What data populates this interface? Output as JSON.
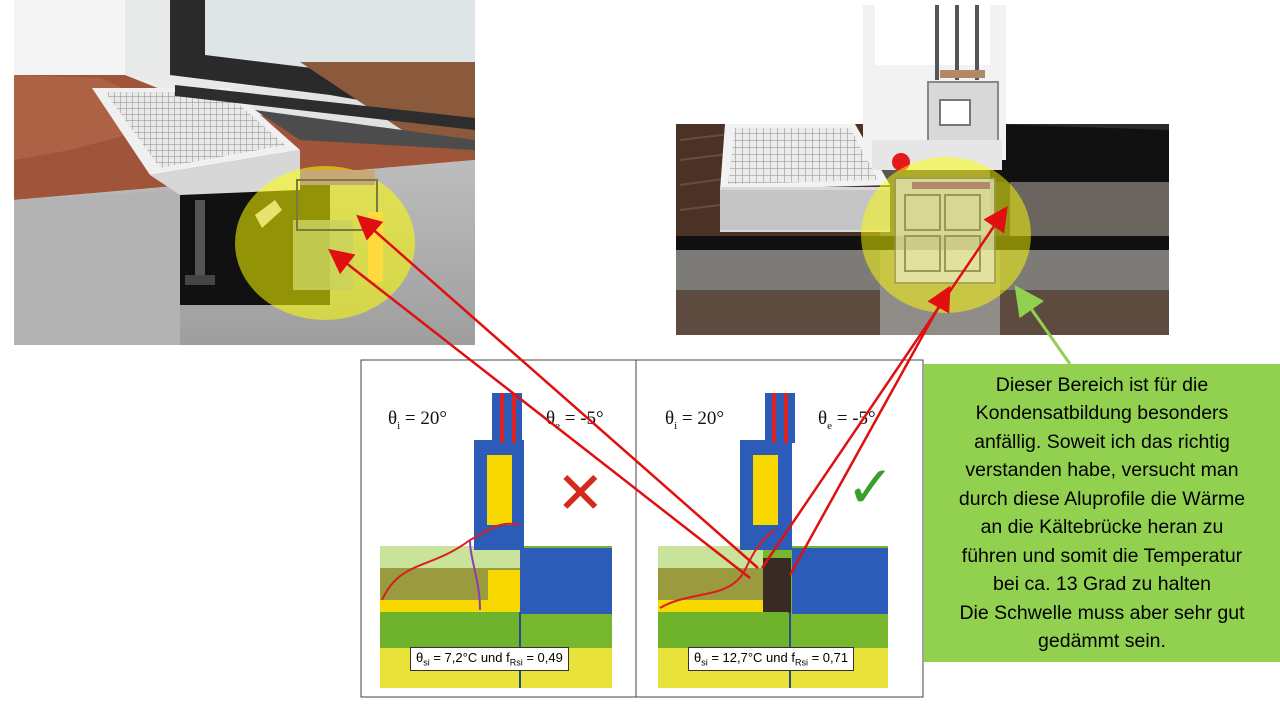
{
  "note": {
    "lines": [
      "Dieser Bereich ist für die",
      "Kondensatbildung besonders",
      "anfällig. Soweit ich das richtig",
      "verstanden habe, versucht man",
      "durch diese Aluprofile die Wärme",
      "an die Kältebrücke heran zu",
      "führen und somit die Temperatur",
      "bei ca. 13 Grad zu halten",
      "Die Schwelle muss aber sehr gut",
      "gedämmt sein."
    ]
  },
  "panels": [
    {
      "theta_i": "θ",
      "theta_i_sub": "i",
      "theta_i_val": " = 20°",
      "theta_e": "θ",
      "theta_e_sub": "e",
      "theta_e_val": " = -5°",
      "result_theta": "θ",
      "result_theta_sub": "si",
      "result_mid": " = 7,2°C und f",
      "result_f_sub": "Rsi",
      "result_end": " = 0,49",
      "mark_icon": "x-mark-icon",
      "mark_glyph": "✕"
    },
    {
      "theta_i": "θ",
      "theta_i_sub": "i",
      "theta_i_val": " = 20°",
      "theta_e": "θ",
      "theta_e_sub": "e",
      "theta_e_val": " = -5°",
      "result_theta": "θ",
      "result_theta_sub": "si",
      "result_mid": " = 12,7°C und f",
      "result_f_sub": "Rsi",
      "result_end": " = 0,71",
      "mark_icon": "check-mark-icon",
      "mark_glyph": "✓"
    }
  ],
  "colors": {
    "note_bg": "#92d050",
    "arrow_red": "#e01010",
    "arrow_green": "#92d050",
    "highlight": "#ffff00",
    "frame_blue": "#1f3f9f",
    "insulation_yellow": "#f7d800",
    "ground_green": "#77b72e",
    "cross_red": "#d32a1c",
    "check_green": "#3aa02c"
  }
}
